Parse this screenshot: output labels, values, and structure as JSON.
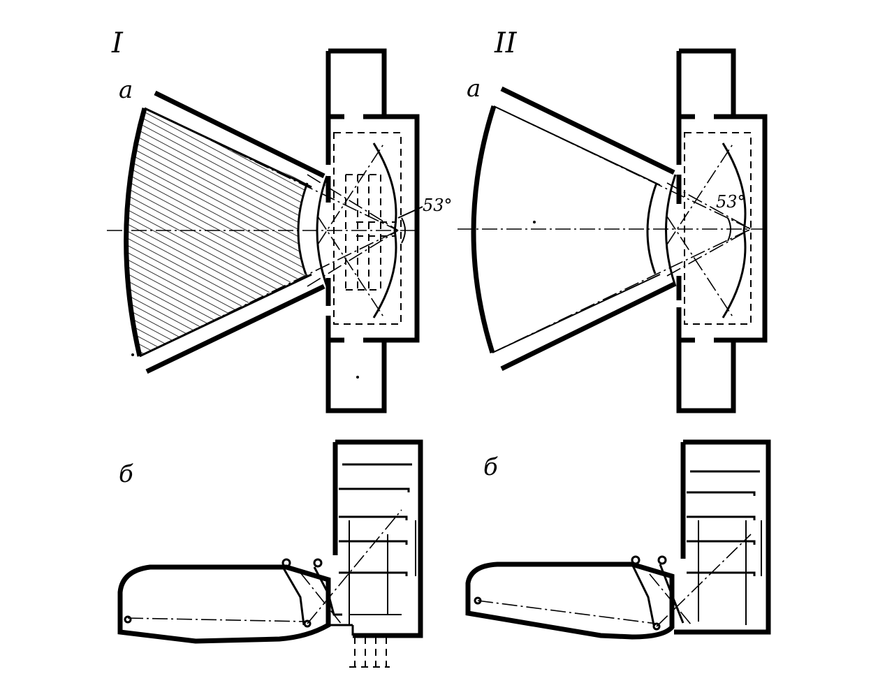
{
  "panels": {
    "left": {
      "roman": "I",
      "plan_label": "a",
      "section_label": "б",
      "angle": "53°"
    },
    "right": {
      "roman": "II",
      "plan_label": "a",
      "section_label": "б",
      "angle": "53°"
    }
  }
}
